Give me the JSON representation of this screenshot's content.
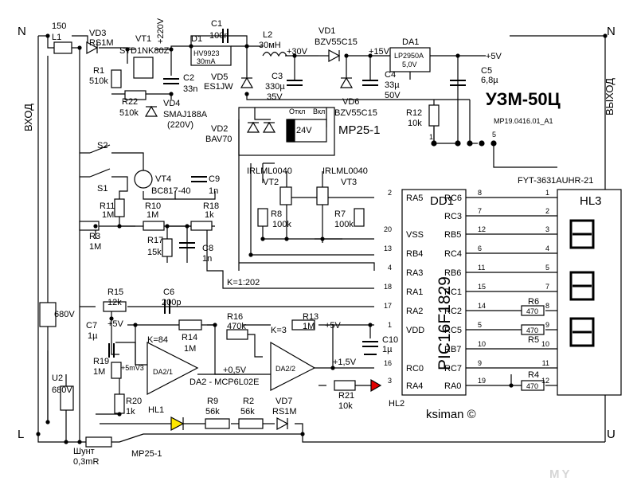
{
  "title": "УЗМ-50Ц",
  "subtitle": "MP19.0416.01_A1",
  "author": "ksiman ©",
  "watermark": "MY",
  "side_labels": {
    "input": "ВХОД",
    "output": "ВЫХОД"
  },
  "terminals": {
    "n_left": "N",
    "n_right": "N",
    "l_left": "L",
    "u_right": "U"
  },
  "colors": {
    "line": "#000000",
    "led_red": "#e00000",
    "led_yellow": "#ffe800"
  },
  "components": {
    "L1": "L1",
    "L1_val": "150",
    "VD3": "VD3",
    "VD3_val": "RS1M",
    "VT1": "VT1",
    "VT1_val": "STD1NK80Z",
    "V220": "+220V",
    "C1": "C1",
    "C1_val": "100n",
    "D1": "D1",
    "D1_val": "HV9923",
    "D1_val2": "30mA",
    "L2": "L2",
    "L2_val": "30мН",
    "V30": "+30V",
    "VD1": "VD1",
    "VD1_val": "BZV55C15",
    "V15": "+15V",
    "DA1": "DA1",
    "DA1_val": "LP2950A",
    "DA1_val2": "5,0V",
    "V5": "+5V",
    "R1": "R1",
    "R1_val": "510k",
    "R22": "R22",
    "R22_val": "510k",
    "VD4": "VD4",
    "VD4_val": "SMAJ188A",
    "VD4_val2": "(220V)",
    "C2": "C2",
    "C2_val": "33n",
    "VD5": "VD5",
    "VD5_val": "ES1JW",
    "C3": "C3",
    "C3_val": "330µ",
    "C3_val2": "35V",
    "VD6": "VD6",
    "VD6_val": "BZV55C15",
    "C4": "C4",
    "C4_val": "33µ",
    "C4_val2": "50V",
    "C5": "C5",
    "C5_val": "6,8µ",
    "R12": "R12",
    "R12_val": "10k",
    "relay_off": "Откл",
    "relay_on": "Вкл",
    "relay_v": "24V",
    "relay_name": "MP25-1",
    "VD2": "VD2",
    "VD2_val": "BAV70",
    "S2": "S2",
    "S1": "S1",
    "VT4": "VT4",
    "VT4_val": "BC817-40",
    "C9": "C9",
    "C9_val": "1n",
    "IRL1": "IRLML0040",
    "IRL2": "IRLML0040",
    "VT2": "VT2",
    "VT3": "VT3",
    "R11": "R11",
    "R11_val": "1M",
    "R10": "R10",
    "R10_val": "1M",
    "R18": "R18",
    "R18_val": "1k",
    "R8": "R8",
    "R8_val": "100k",
    "R7": "R7",
    "R7_val": "100k",
    "R3": "R3",
    "R3_val": "1M",
    "R17": "R17",
    "R17_val": "15k",
    "C8": "C8",
    "C8_val": "1n",
    "K202": "K=1:202",
    "V680": "680V",
    "R15": "R15",
    "R15_val": "12k",
    "C6": "C6",
    "C6_val": "200p",
    "C7": "C7",
    "C7_val": "1µ",
    "V5b": "+5V",
    "K84": "K=84",
    "R14": "R14",
    "R14_val": "1M",
    "R16": "R16",
    "R16_val": "470k",
    "K3": "K=3",
    "R13": "R13",
    "R13_val": "1M",
    "V5c": "+5V",
    "C10": "C10",
    "C10_val": "1µ",
    "R19": "R19",
    "R19_val": "1M",
    "V5mV3": "+5mV3",
    "DA21": "DA2/1",
    "DA22": "DA2/2",
    "DA2_name": "DA2 - MCP6L02E",
    "V05": "+0,5V",
    "V15b": "+1,5V",
    "U2": "U2",
    "U2_val": "680V",
    "R20": "R20",
    "R20_val": "1k",
    "R21": "R21",
    "R21_val": "10k",
    "HL1": "HL1",
    "HL2": "HL2",
    "R9": "R9",
    "R9_val": "56k",
    "R2": "R2",
    "R2_val": "56k",
    "VD7": "VD7",
    "VD7_val": "RS1M",
    "shunt": "Шунт",
    "shunt_val": "0,3mR",
    "relay_contact": "MP25-1",
    "display": "FYT-3631AUHR-21",
    "HL3": "HL3",
    "R6": "R6",
    "R6_val": "470",
    "R5": "R5",
    "R5_val": "470",
    "R4": "R4",
    "R4_val": "470",
    "DD1": "DD1",
    "DD1_val": "PIC16F1829",
    "rel_pin_1": "1",
    "rel_pin_5": "5"
  },
  "mcu_left_pins": [
    {
      "num": "2",
      "name": "RA5"
    },
    {
      "num": "20",
      "name": "VSS"
    },
    {
      "num": "13",
      "name": "RB4"
    },
    {
      "num": "4",
      "name": "RA3"
    },
    {
      "num": "18",
      "name": "RA1"
    },
    {
      "num": "17",
      "name": "RA2"
    },
    {
      "num": "1",
      "name": "VDD"
    },
    {
      "num": "16",
      "name": "RC0"
    },
    {
      "num": "3",
      "name": "RA4"
    }
  ],
  "mcu_right_pins": [
    {
      "name": "RC6",
      "num": "8",
      "disp": "1"
    },
    {
      "name": "RC3",
      "num": "7",
      "disp": "2"
    },
    {
      "name": "RB5",
      "num": "12",
      "disp": "3"
    },
    {
      "name": "RC4",
      "num": "6",
      "disp": "4"
    },
    {
      "name": "RB6",
      "num": "11",
      "disp": "5"
    },
    {
      "name": "RC1",
      "num": "15",
      "disp": "7"
    },
    {
      "name": "RC2",
      "num": "14",
      "disp": "8"
    },
    {
      "name": "RC5",
      "num": "5",
      "disp": "9"
    },
    {
      "name": "RB7",
      "num": "10",
      "disp": "10"
    },
    {
      "name": "RC7",
      "num": "9",
      "disp": "11"
    },
    {
      "name": "RA0",
      "num": "19",
      "disp": "12"
    }
  ]
}
